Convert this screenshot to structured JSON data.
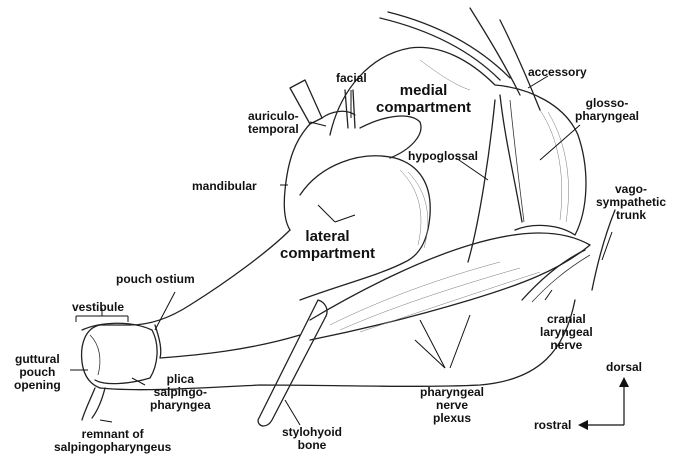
{
  "labels": {
    "facial": "facial",
    "medial_compartment": "medial\ncompartment",
    "accessory": "accessory",
    "glossopharyngeal": "glosso-\npharyngeal",
    "auriculotemporal": "auriculo-\ntemporal",
    "hypoglossal": "hypoglossal",
    "mandibular": "mandibular",
    "vagosympathetic_trunk": "vago-\nsympathetic\ntrunk",
    "lateral_compartment": "lateral\ncompartment",
    "pouch_ostium": "pouch ostium",
    "vestibule": "vestibule",
    "cranial_laryngeal_nerve": "cranial\nlaryngeal\nnerve",
    "guttural_pouch_opening": "guttural\npouch\nopening",
    "plica_salpingopharyngea": "plica\nsalpingo-\npharyngea",
    "pharyngeal_nerve_plexus": "pharyngeal\nnerve\nplexus",
    "remnant_of_salpingopharyngeus": "remnant of\nsalpingopharyngeus",
    "stylohyoid_bone": "stylohyoid\nbone"
  },
  "orientation": {
    "dorsal": "dorsal",
    "rostral": "rostral"
  }
}
